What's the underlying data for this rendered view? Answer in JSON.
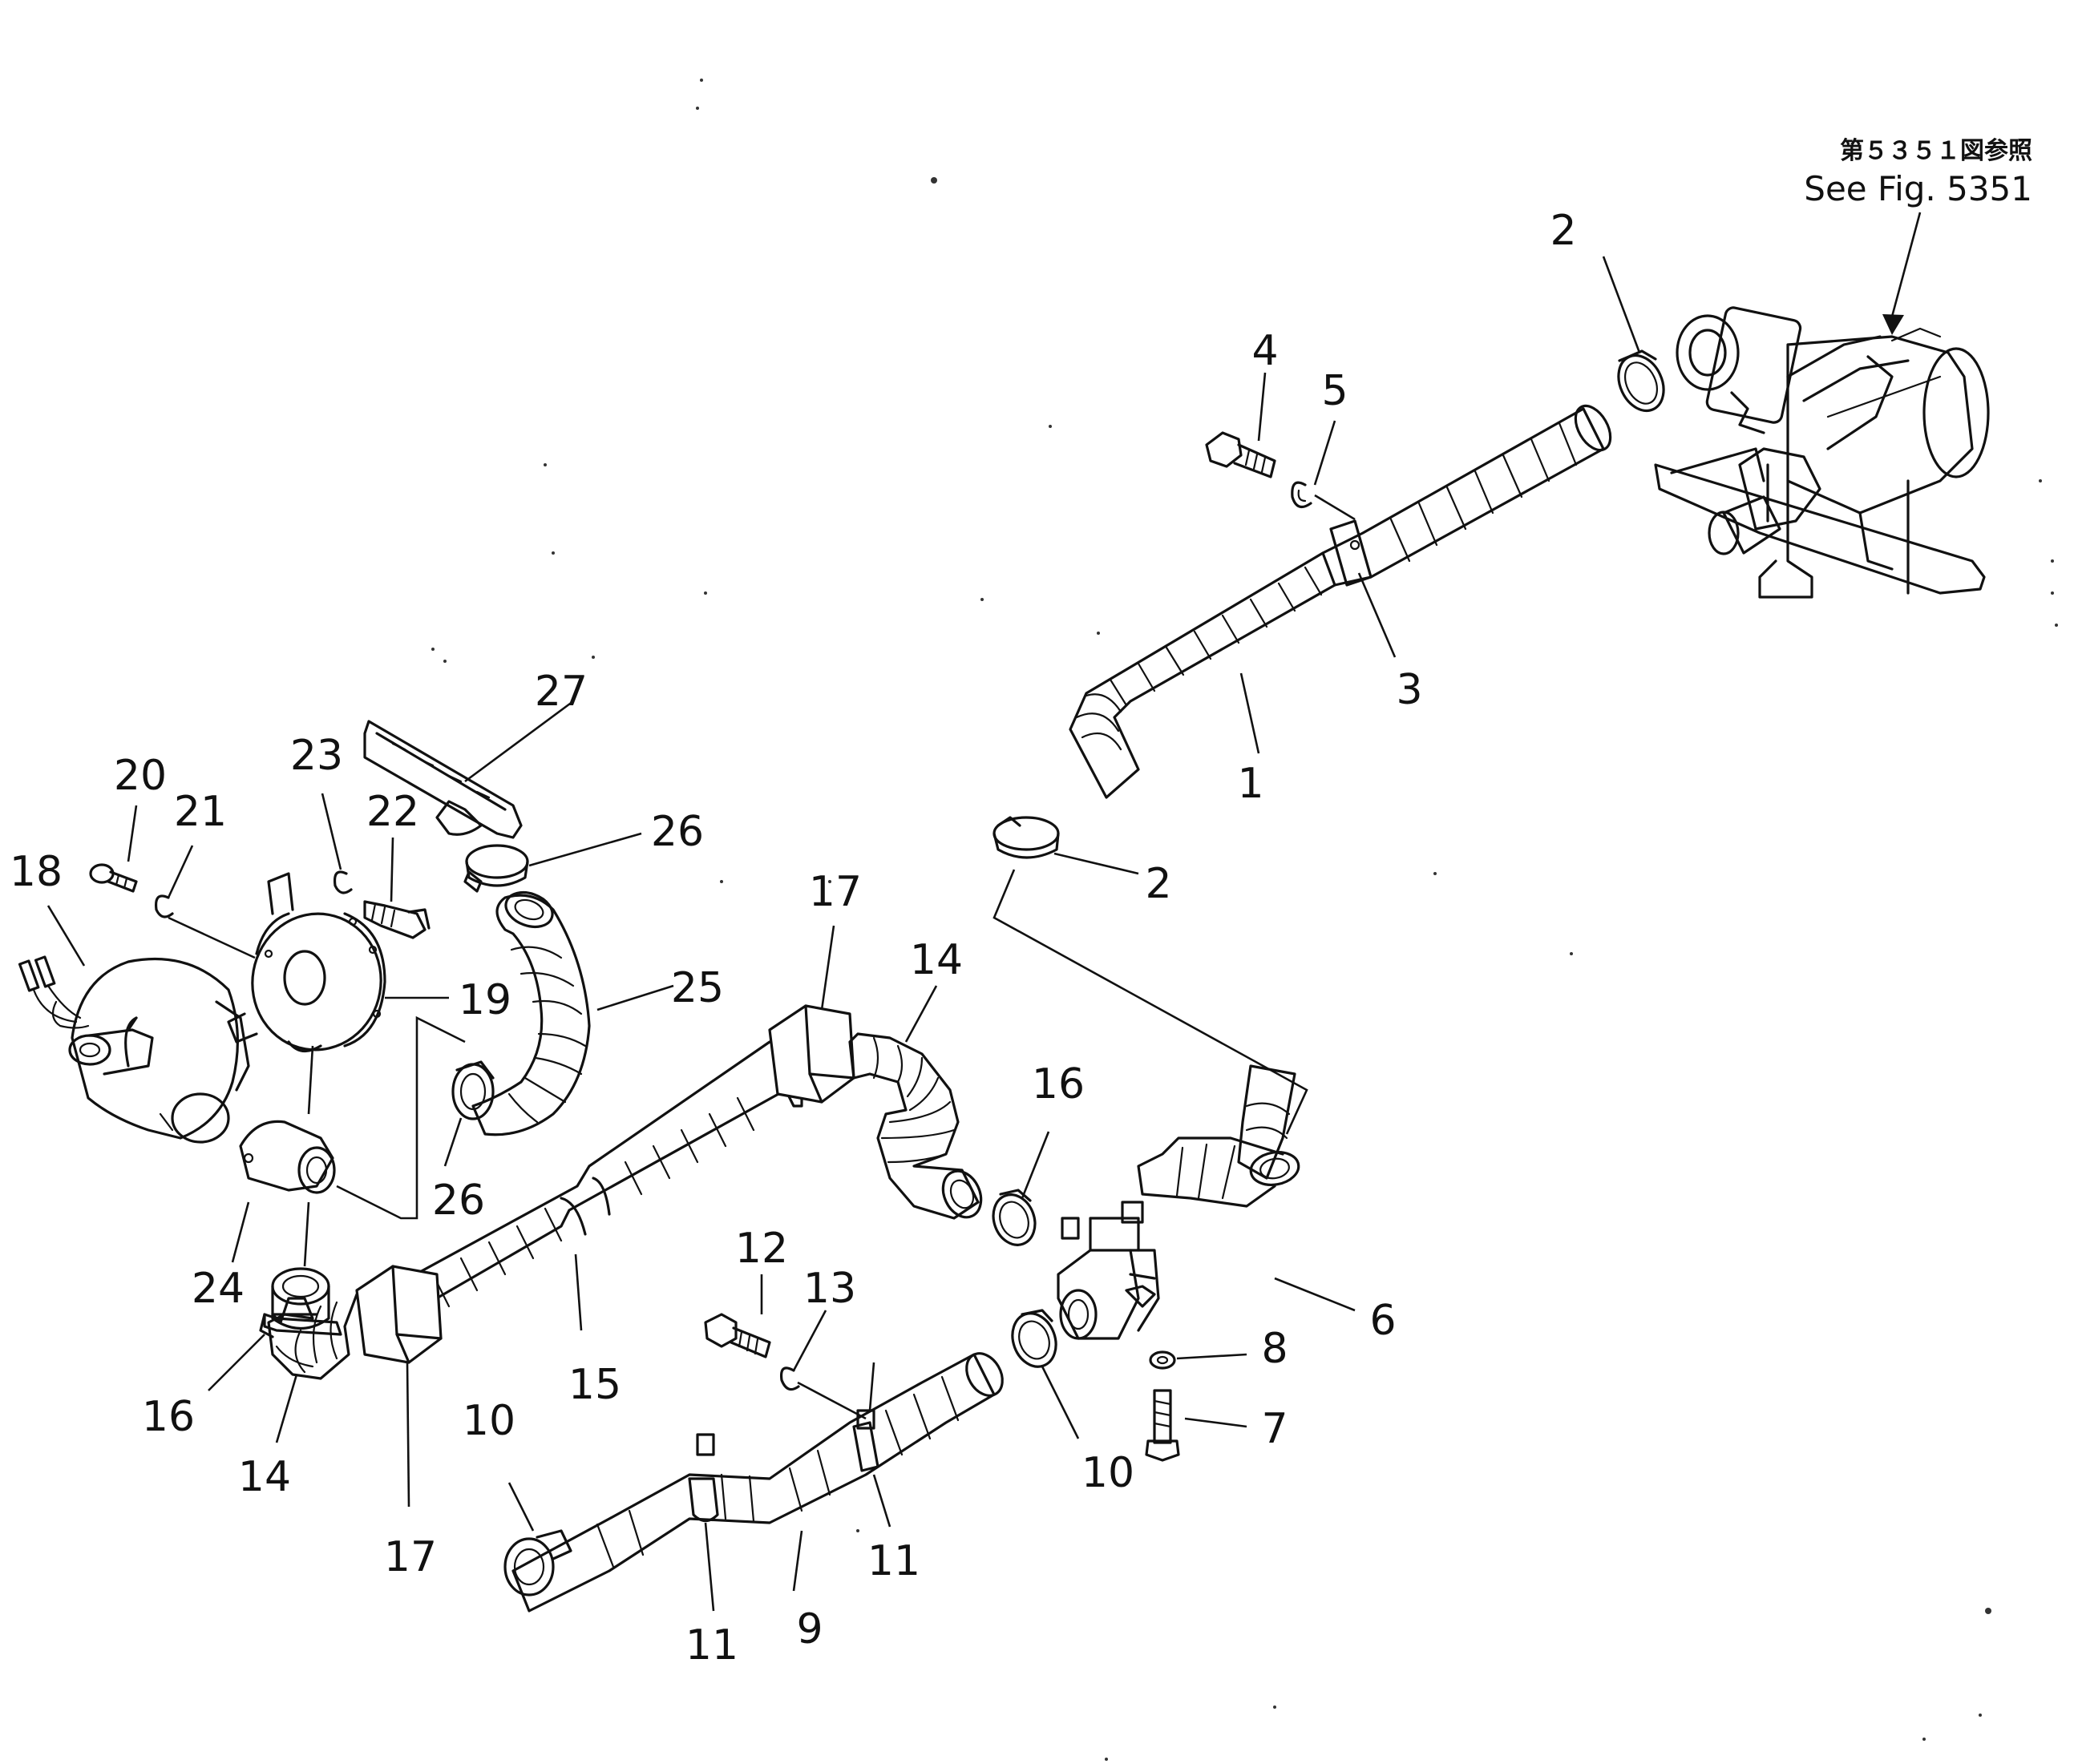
{
  "reference": {
    "japanese": "第５３５１図参照",
    "english": "See Fig. 5351"
  },
  "callouts": [
    {
      "id": "c1",
      "label": "1"
    },
    {
      "id": "c2a",
      "label": "2"
    },
    {
      "id": "c2b",
      "label": "2"
    },
    {
      "id": "c3",
      "label": "3"
    },
    {
      "id": "c4",
      "label": "4"
    },
    {
      "id": "c5",
      "label": "5"
    },
    {
      "id": "c6",
      "label": "6"
    },
    {
      "id": "c7",
      "label": "7"
    },
    {
      "id": "c8",
      "label": "8"
    },
    {
      "id": "c9",
      "label": "9"
    },
    {
      "id": "c10a",
      "label": "10"
    },
    {
      "id": "c10b",
      "label": "10"
    },
    {
      "id": "c11a",
      "label": "11"
    },
    {
      "id": "c11b",
      "label": "11"
    },
    {
      "id": "c12",
      "label": "12"
    },
    {
      "id": "c13",
      "label": "13"
    },
    {
      "id": "c14a",
      "label": "14"
    },
    {
      "id": "c14b",
      "label": "14"
    },
    {
      "id": "c15",
      "label": "15"
    },
    {
      "id": "c16a",
      "label": "16"
    },
    {
      "id": "c16b",
      "label": "16"
    },
    {
      "id": "c17a",
      "label": "17"
    },
    {
      "id": "c17b",
      "label": "17"
    },
    {
      "id": "c18",
      "label": "18"
    },
    {
      "id": "c19",
      "label": "19"
    },
    {
      "id": "c20",
      "label": "20"
    },
    {
      "id": "c21",
      "label": "21"
    },
    {
      "id": "c22",
      "label": "22"
    },
    {
      "id": "c23",
      "label": "23"
    },
    {
      "id": "c24",
      "label": "24"
    },
    {
      "id": "c25",
      "label": "25"
    },
    {
      "id": "c26a",
      "label": "26"
    },
    {
      "id": "c26b",
      "label": "26"
    },
    {
      "id": "c27",
      "label": "27"
    }
  ]
}
